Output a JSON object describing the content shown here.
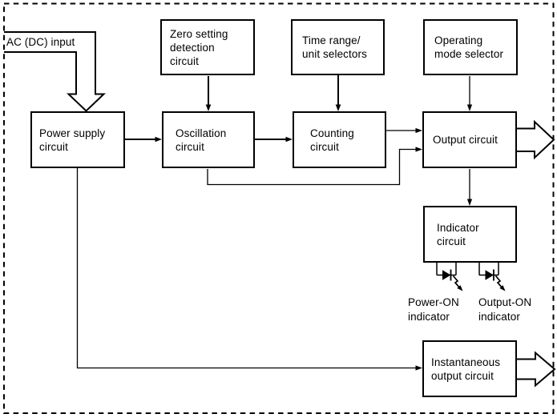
{
  "colors": {
    "line": "#000000",
    "background": "#ffffff"
  },
  "boxes": {
    "power_supply": {
      "lines": [
        "Power supply",
        "circuit"
      ]
    },
    "zero_setting": {
      "lines": [
        "Zero setting",
        "detection",
        "circuit"
      ]
    },
    "time_range": {
      "lines": [
        "Time range/",
        "unit selectors"
      ]
    },
    "operating_mode": {
      "lines": [
        "Operating",
        "mode selector"
      ]
    },
    "oscillation": {
      "lines": [
        "Oscillation",
        "circuit"
      ]
    },
    "counting": {
      "lines": [
        "Counting",
        "circuit"
      ]
    },
    "output": {
      "lines": [
        "Output circuit"
      ]
    },
    "indicator": {
      "lines": [
        "Indicator",
        "circuit"
      ]
    },
    "instantaneous": {
      "lines": [
        "Instantaneous",
        "output circuit"
      ]
    }
  },
  "annotations": {
    "ac_input": "AC (DC) input",
    "power_on": {
      "lines": [
        "Power-ON",
        "indicator"
      ]
    },
    "output_on": {
      "lines": [
        "Output-ON",
        "indicator"
      ]
    }
  }
}
